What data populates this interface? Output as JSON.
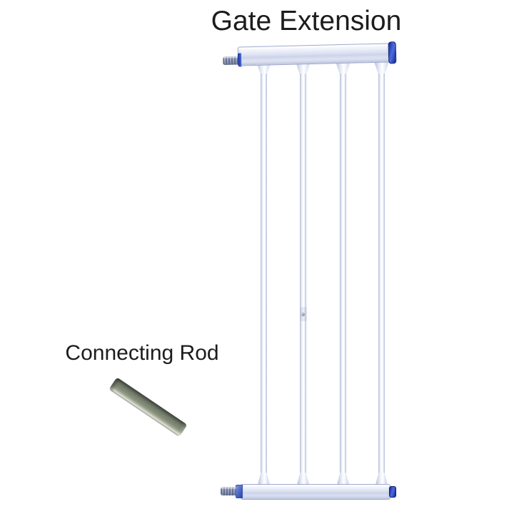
{
  "title": {
    "text": "Gate Extension"
  },
  "connecting_rod": {
    "label": "Connecting Rod"
  },
  "gate": {
    "vertical_bars": "4"
  },
  "colors": {
    "background": "#ffffff",
    "text": "#1c1c1c",
    "gate_fill": "#d9def0",
    "gate_fill_light": "#f6f8fc",
    "gate_edge": "#9fa9cc",
    "bar_edge": "#aeb8d6",
    "end_cap_blue": "#4c6ce2",
    "end_cap_blue_dark": "#15278e",
    "pin_gray": "#a9b2cc",
    "pin_gray_dark": "#6f7b9c",
    "rod_body": "#7b8471",
    "rod_dark": "#2e332c",
    "rod_highlight": "#eef0e4"
  }
}
